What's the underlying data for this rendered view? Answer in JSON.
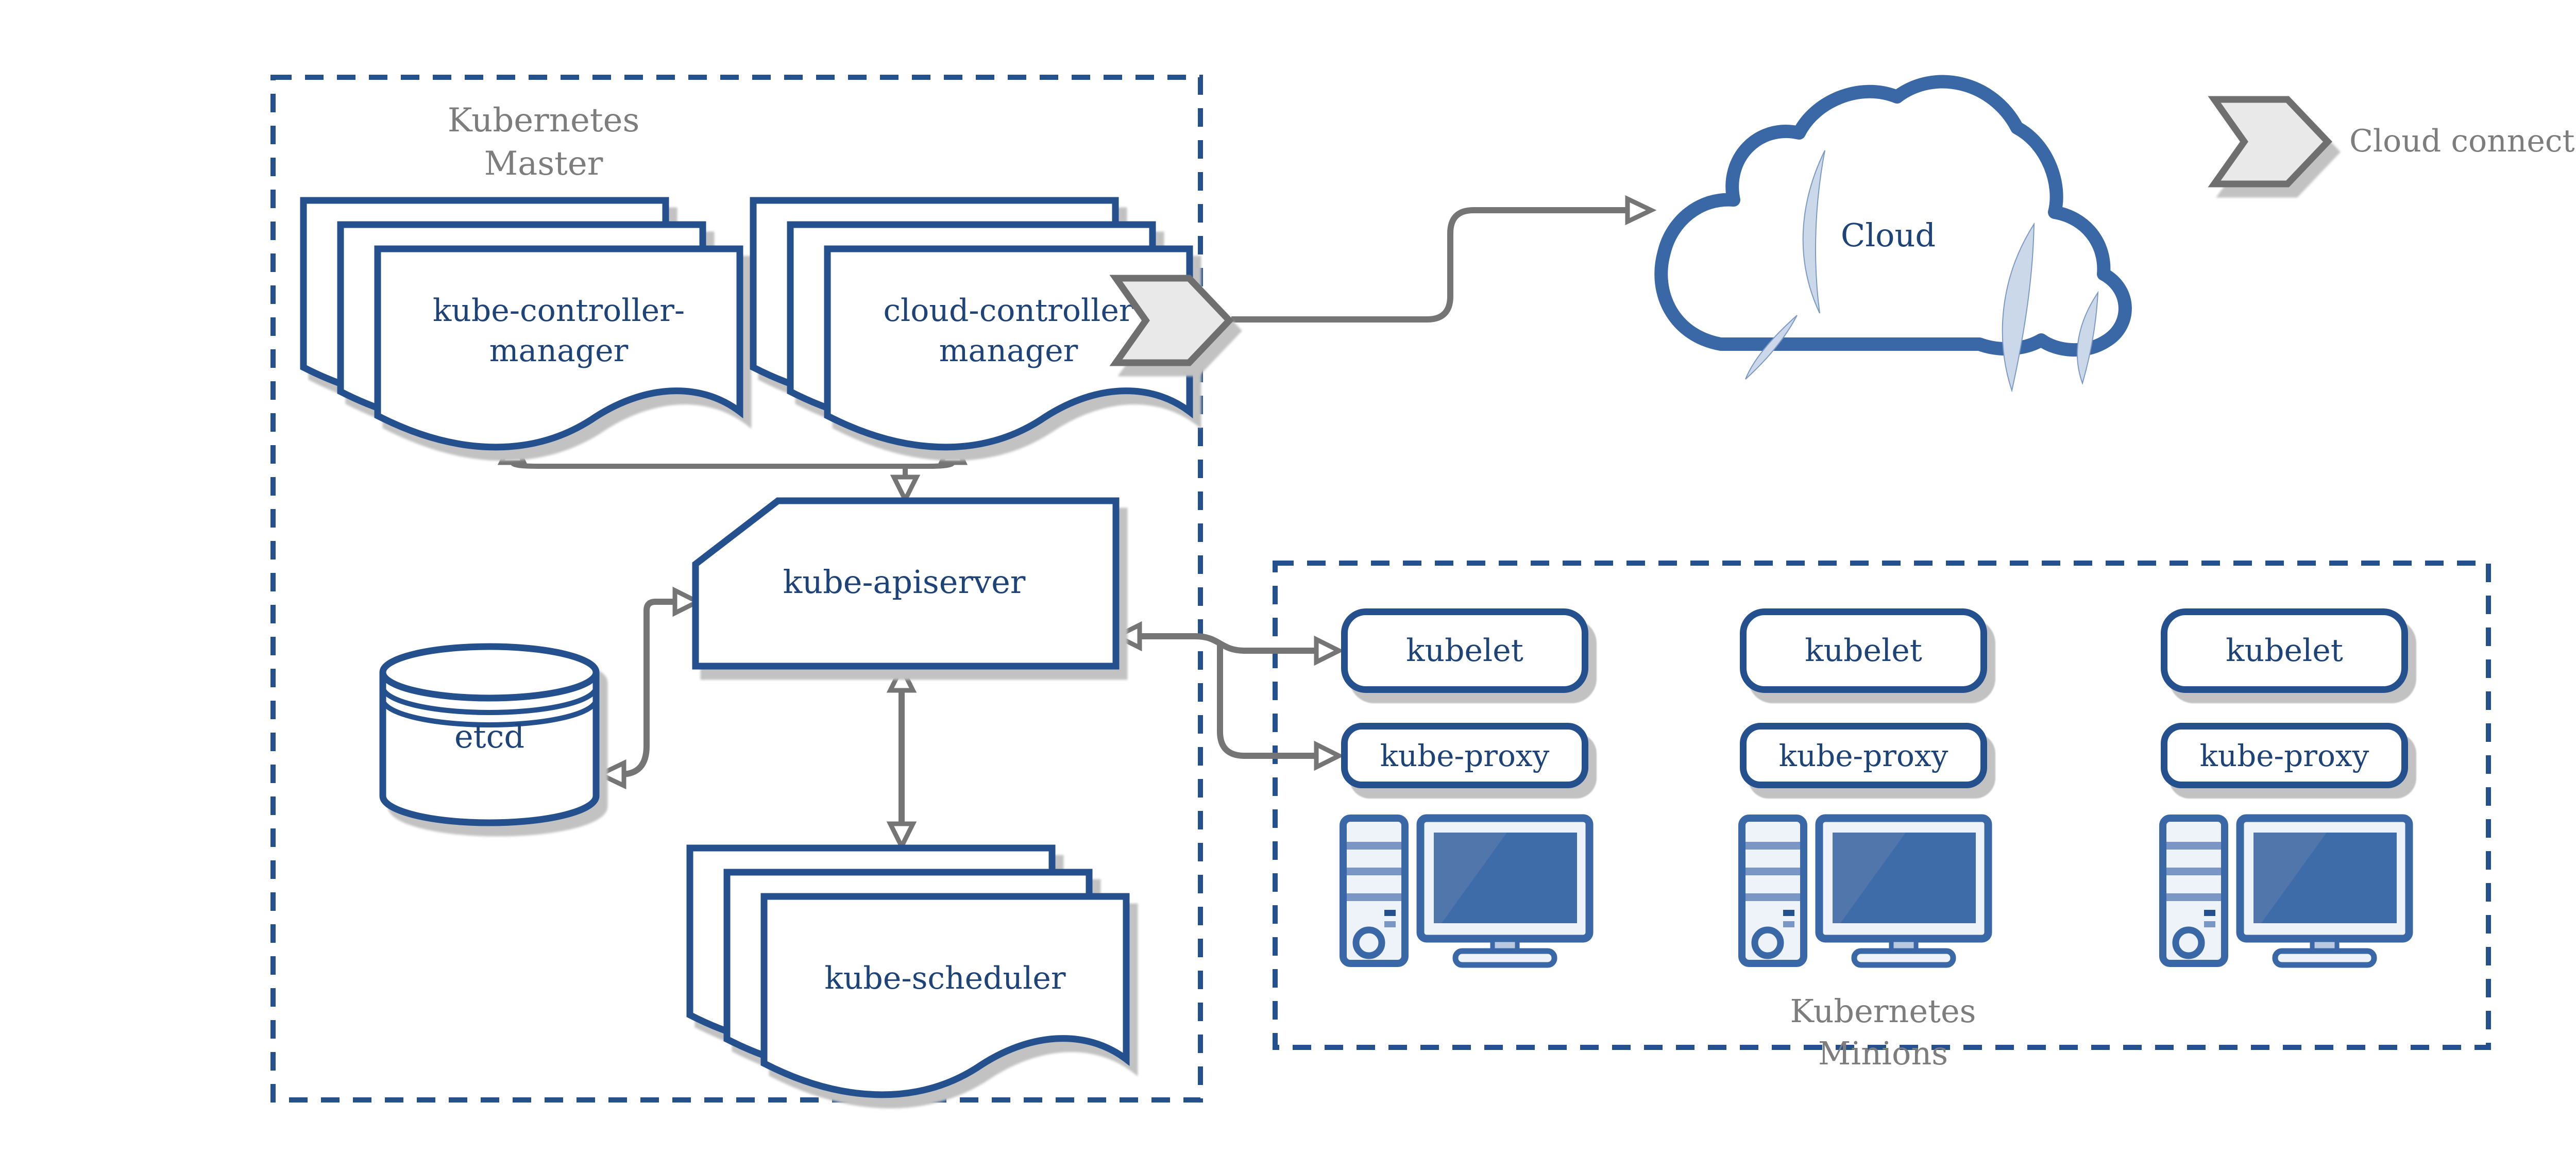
{
  "master": {
    "label": {
      "line1": "Kubernetes",
      "line2": "Master"
    },
    "kube_controller_manager": {
      "line1": "kube-controller-",
      "line2": "manager"
    },
    "cloud_controller_manager": {
      "line1": "cloud-controller",
      "line2": "manager"
    },
    "kube_apiserver_label": "kube-apiserver",
    "etcd_label": "etcd",
    "kube_scheduler_label": "kube-scheduler"
  },
  "cloud": {
    "label": "Cloud"
  },
  "legend": {
    "cloud_connector_label": "Cloud connector"
  },
  "minions": {
    "label": {
      "line1": "Kubernetes",
      "line2": "Minions"
    },
    "nodes": [
      {
        "kubelet": "kubelet",
        "kube_proxy": "kube-proxy"
      },
      {
        "kubelet": "kubelet",
        "kube_proxy": "kube-proxy"
      },
      {
        "kubelet": "kubelet",
        "kube_proxy": "kube-proxy"
      }
    ]
  },
  "icons": {
    "document_stack": "document-stack-icon",
    "database_cylinder": "database-cylinder-icon",
    "cloud": "cloud-icon",
    "cloud_connector_chevron": "cloud-connector-icon",
    "computer": "computer-icon"
  },
  "colors": {
    "shape_border_navy": "#24508E",
    "label_text_navy": "#1E4379",
    "annotation_gray": "#7D7D7D",
    "icon_blue": "#3A67A5",
    "screen_blue": "#3D6CA8",
    "screen_highlight": "#5076AC",
    "icon_light_fill": "#EEF3F9",
    "stripe_blue": "#7996C4",
    "crescent_blue": "#CBD8EA",
    "connector_gray": "#757575",
    "chevron_fill": "#E9E9E9",
    "chevron_border": "#6F6F6F",
    "shadow_gray": "#C2C2C2"
  }
}
